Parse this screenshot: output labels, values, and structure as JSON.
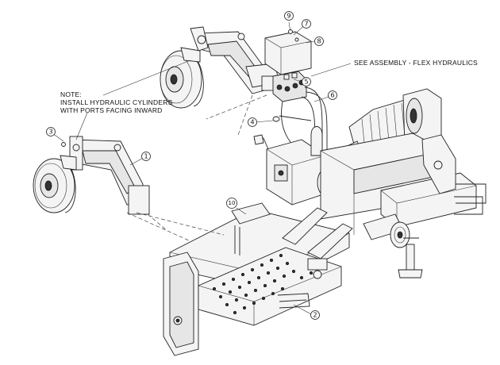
{
  "notes": {
    "note_line1": "NOTE:",
    "note_line2": "INSTALL HYDRAULIC CYLINDERS",
    "note_line3": "WITH PORTS FACING INWARD",
    "see_assembly": "SEE ASSEMBLY - FLEX HYDRAULICS"
  },
  "callouts": [
    "1",
    "2",
    "3",
    "4",
    "5",
    "6",
    "7",
    "8",
    "9",
    "10"
  ]
}
